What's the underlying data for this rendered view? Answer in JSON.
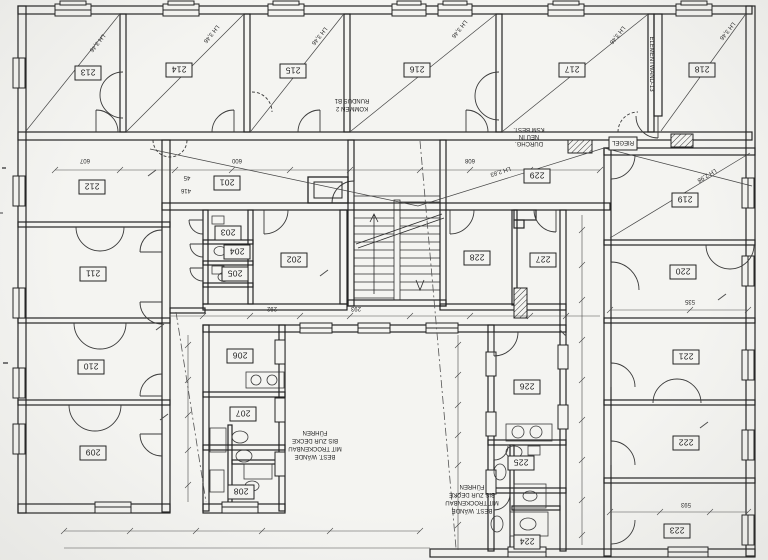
{
  "drawing": {
    "rooms": [
      {
        "number": "201"
      },
      {
        "number": "202"
      },
      {
        "number": "203"
      },
      {
        "number": "204"
      },
      {
        "number": "205"
      },
      {
        "number": "206"
      },
      {
        "number": "207"
      },
      {
        "number": "208"
      },
      {
        "number": "209"
      },
      {
        "number": "210"
      },
      {
        "number": "211"
      },
      {
        "number": "212"
      },
      {
        "number": "213"
      },
      {
        "number": "214"
      },
      {
        "number": "215"
      },
      {
        "number": "216"
      },
      {
        "number": "217"
      },
      {
        "number": "218"
      },
      {
        "number": "219"
      },
      {
        "number": "220"
      },
      {
        "number": "221"
      },
      {
        "number": "222"
      },
      {
        "number": "223"
      },
      {
        "number": "224"
      },
      {
        "number": "225"
      },
      {
        "number": "226"
      },
      {
        "number": "227"
      },
      {
        "number": "228"
      },
      {
        "number": "229"
      }
    ],
    "notes": {
      "drywall_l1": "BEST. WÄNDE",
      "drywall_l2": "MIT TROCKENBAU",
      "drywall_l3": "BIS ZUR DECKE",
      "drywall_l4": "FÜHREN",
      "passage_l1": "DURCHG.",
      "passage_l2": "NEU IN",
      "passage_l3": "KSM BEST.",
      "door_l1": "KOMMEN 2",
      "door_l2": "RUNDUS B1",
      "wall_vertical": "ELEMENTWAND-13",
      "riegel": "RIEGEL"
    },
    "heights": {
      "top_rooms": "LH 3,46",
      "room219": "LH 2,98",
      "corridor": "LH 2,83"
    },
    "dims": {
      "d607": "607",
      "d600": "600",
      "d608": "608",
      "d45": "45",
      "d416": "416",
      "d292": "292",
      "d293": "293",
      "d535": "535",
      "d593": "593"
    }
  }
}
